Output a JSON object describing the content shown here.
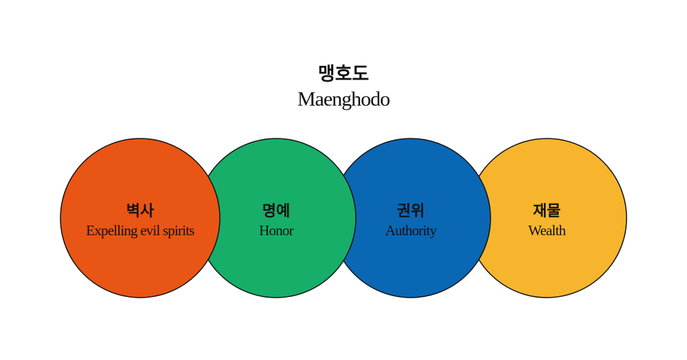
{
  "title": {
    "korean": "맹호도",
    "english": "Maenghodo"
  },
  "circles": [
    {
      "korean": "벽사",
      "english": "Expelling evil spirits",
      "color": "#e95514"
    },
    {
      "korean": "명예",
      "english": "Honor",
      "color": "#17ae69"
    },
    {
      "korean": "권위",
      "english": "Authority",
      "color": "#0a67b4"
    },
    {
      "korean": "재물",
      "english": "Wealth",
      "color": "#f6b52d"
    }
  ]
}
